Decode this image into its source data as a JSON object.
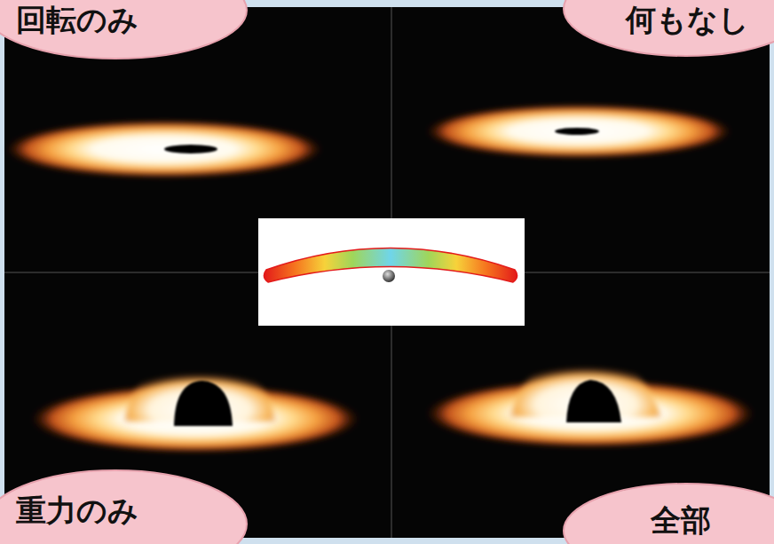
{
  "diagram": {
    "nodes": [
      {
        "text": [
          "回転のみ"
        ]
      },
      {
        "text": [
          "何もなし"
        ]
      },
      {
        "text": [
          "重力のみ"
        ]
      },
      {
        "text": [
          "全部"
        ]
      }
    ]
  }
}
